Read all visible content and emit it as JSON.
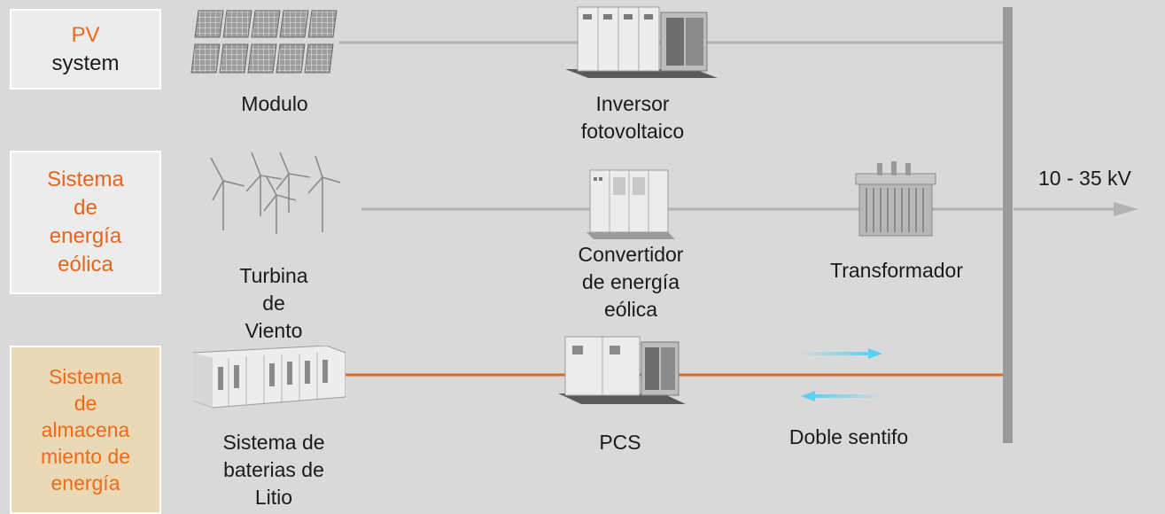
{
  "colors": {
    "background": "#d9d9d9",
    "box_fill": "#ececec",
    "box_storage_fill": "#ebd8b4",
    "box_border": "#ffffff",
    "pv_title": "#ee6a18",
    "accent_orange": "#e2661b",
    "gray_line": "#b2b2b2",
    "bus_bar": "#9a9a9a",
    "arrow_blue": "#5bd0f5",
    "text": "#1a1a1a"
  },
  "systems": {
    "pv": {
      "title": "PV",
      "subtitle": "system"
    },
    "wind": {
      "lines": [
        "Sistema",
        "de",
        "energía",
        "eólica"
      ]
    },
    "storage": {
      "lines": [
        "Sistema",
        "de",
        "almacena",
        "miento de",
        "energía"
      ]
    }
  },
  "labels": {
    "modulo": "Modulo",
    "inversor": [
      "Inversor",
      "fotovoltaico"
    ],
    "turbina": [
      "Turbina",
      "de",
      "Viento"
    ],
    "convertidor": [
      "Convertidor",
      "de energía",
      "eólica"
    ],
    "transformador": "Transformador",
    "bateria": [
      "Sistema de",
      "baterias de",
      "Litio"
    ],
    "pcs": "PCS",
    "doble": "Doble sentifo",
    "voltage": "10 - 35 kV"
  },
  "icons": {
    "pv_module": "solar-panels-icon",
    "pv_inverter": "pv-inverter-cabinet-icon",
    "wind_turbine": "wind-turbines-icon",
    "wind_converter": "wind-converter-cabinet-icon",
    "transformer": "transformer-icon",
    "battery": "battery-container-icon",
    "pcs": "pcs-cabinet-icon"
  }
}
